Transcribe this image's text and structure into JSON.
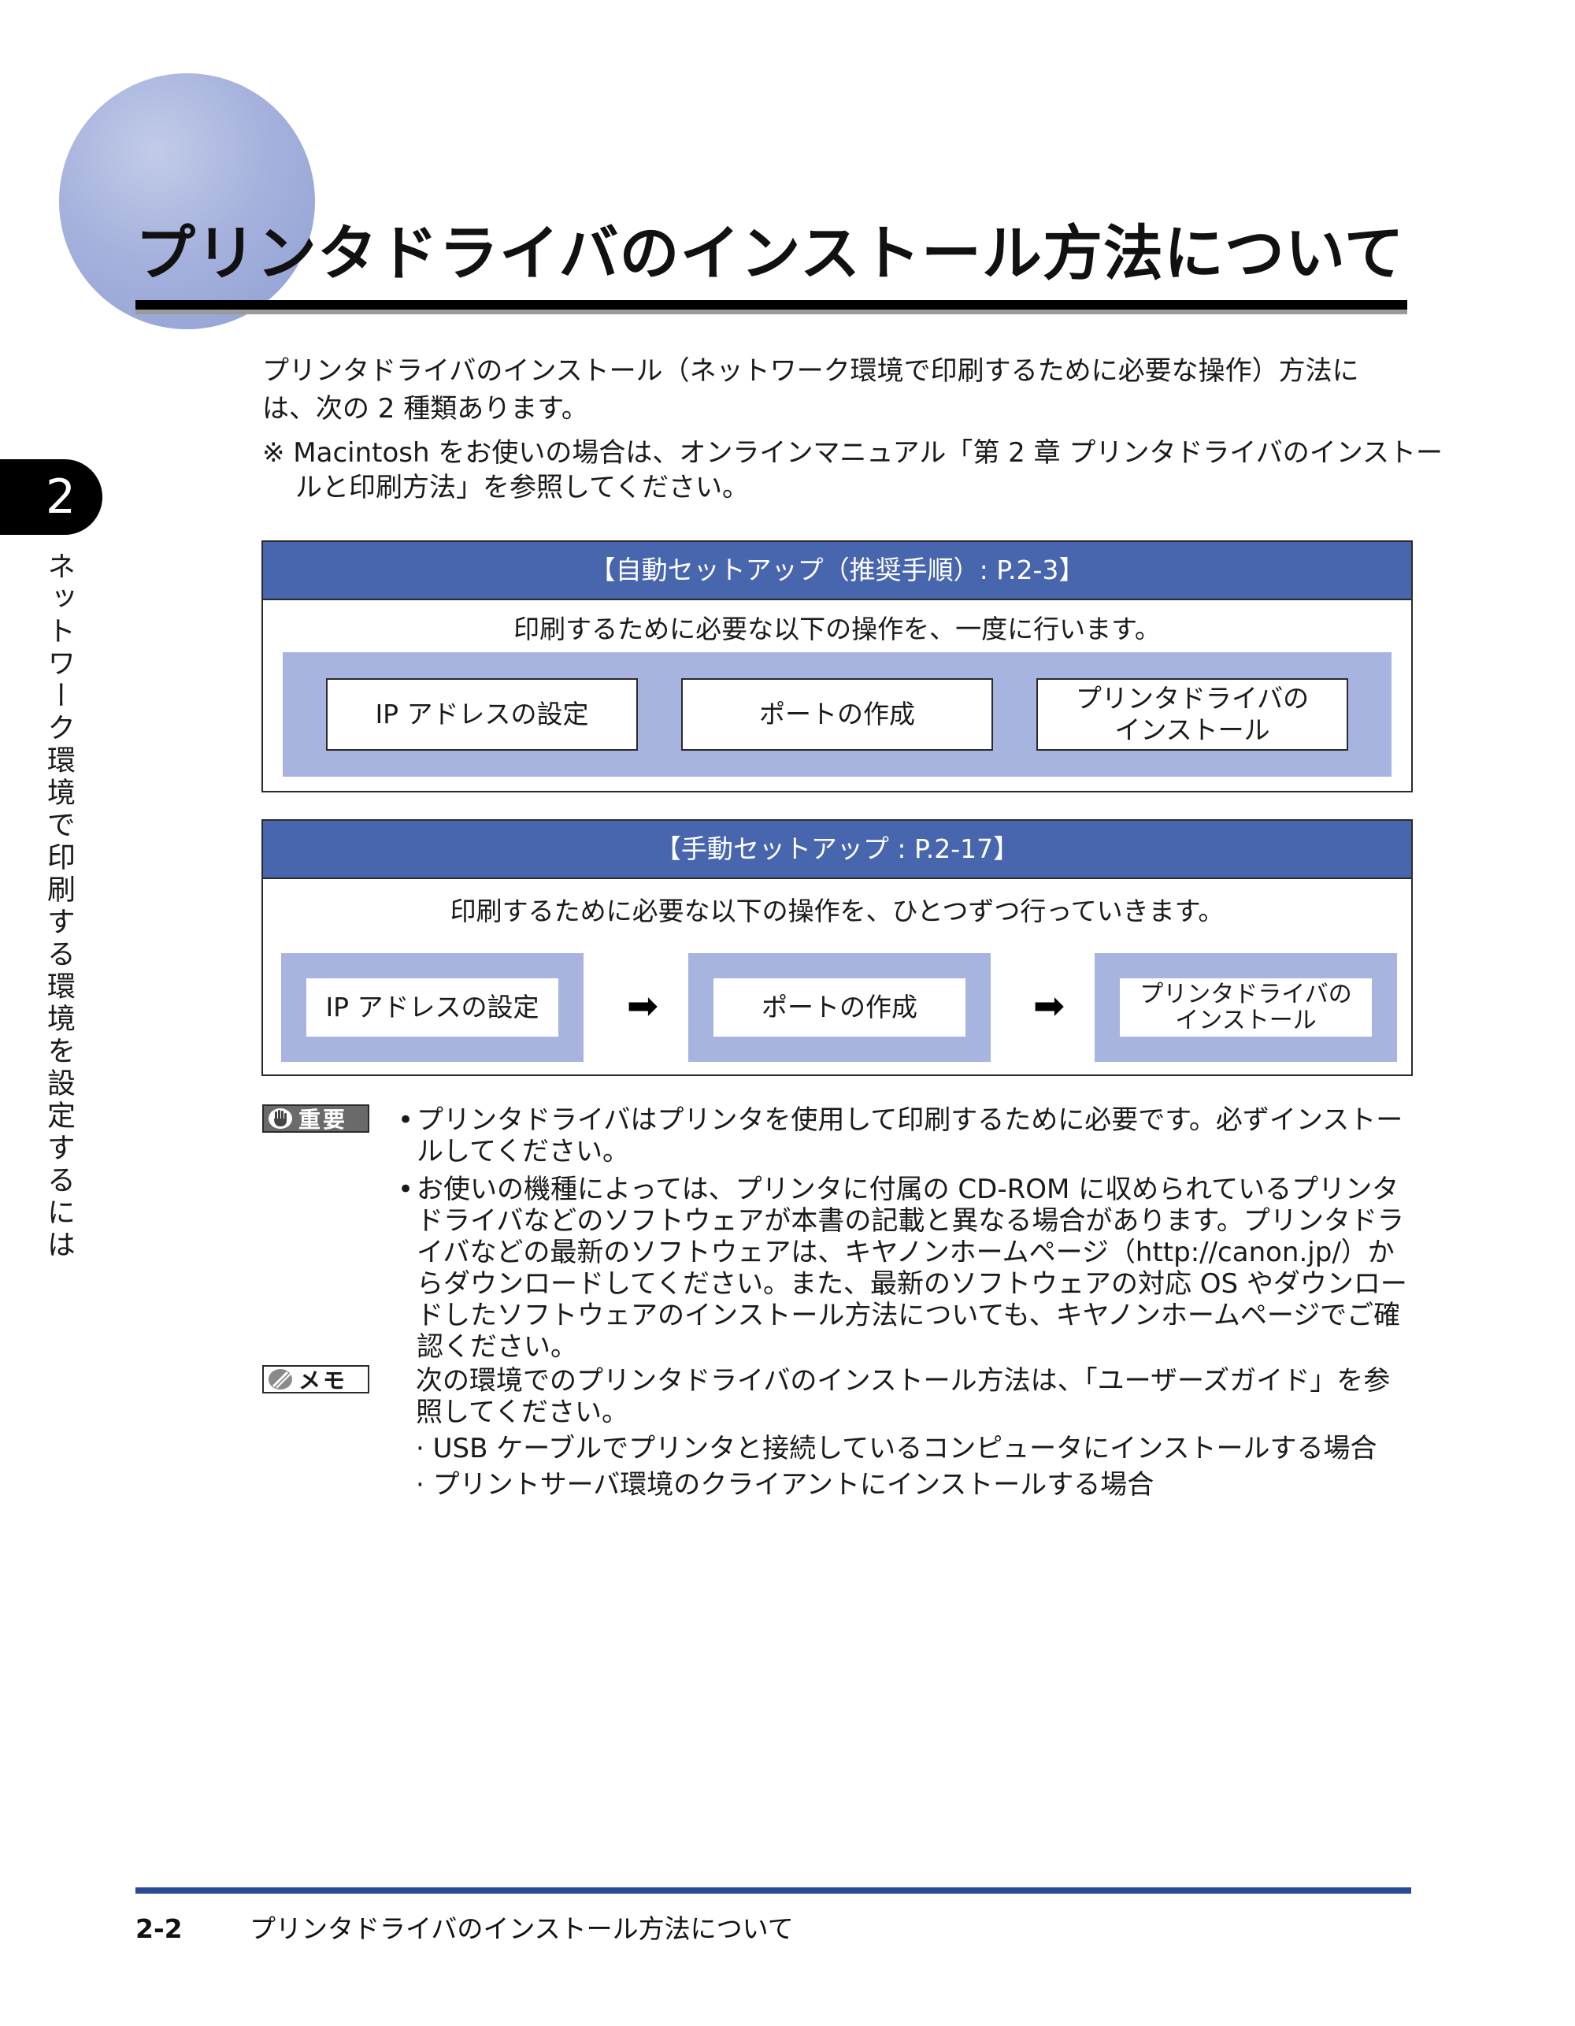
{
  "title": "プリンタドライバのインストール方法について",
  "chapter": {
    "number": "2",
    "side_label": "ネットワーク環境で印刷する環境を設定するには"
  },
  "intro": "プリンタドライバのインストール（ネットワーク環境で印刷するために必要な操作）方法には、次の 2 種類あります。",
  "note": "※ Macintosh をお使いの場合は、オンラインマニュアル「第 2 章 プリンタドライバのインストールと印刷方法」を参照してください。",
  "auto_setup": {
    "header": "【自動セットアップ（推奨手順）: P.2-3】",
    "description": "印刷するために必要な以下の操作を、一度に行います。",
    "steps": [
      "IP アドレスの設定",
      "ポートの作成",
      "プリンタドライバの\nインストール"
    ]
  },
  "manual_setup": {
    "header": "【手動セットアップ : P.2-17】",
    "description": "印刷するために必要な以下の操作を、ひとつずつ行っていきます。",
    "steps": [
      "IP アドレスの設定",
      "ポートの作成",
      "プリンタドライバの\nインストール"
    ],
    "arrow": "➡"
  },
  "important": {
    "label": "重要",
    "items": [
      "プリンタドライバはプリンタを使用して印刷するために必要です。必ずインストールしてください。",
      "お使いの機種によっては、プリンタに付属の CD-ROM に収められているプリンタドライバなどのソフトウェアが本書の記載と異なる場合があります。プリンタドライバなどの最新のソフトウェアは、キヤノンホームページ（http://canon.jp/）からダウンロードしてください。また、最新のソフトウェアの対応 OS やダウンロードしたソフトウェアのインストール方法についても、キヤノンホームページでご確認ください。"
    ]
  },
  "memo": {
    "label": "メモ",
    "text": "次の環境でのプリンタドライバのインストール方法は、「ユーザーズガイド」を参照してください。",
    "items": [
      "· USB ケーブルでプリンタと接続しているコンピュータにインストールする場合",
      "· プリントサーバ環境のクライアントにインストールする場合"
    ]
  },
  "footer": {
    "page_number": "2-2",
    "title": "プリンタドライバのインストール方法について"
  }
}
